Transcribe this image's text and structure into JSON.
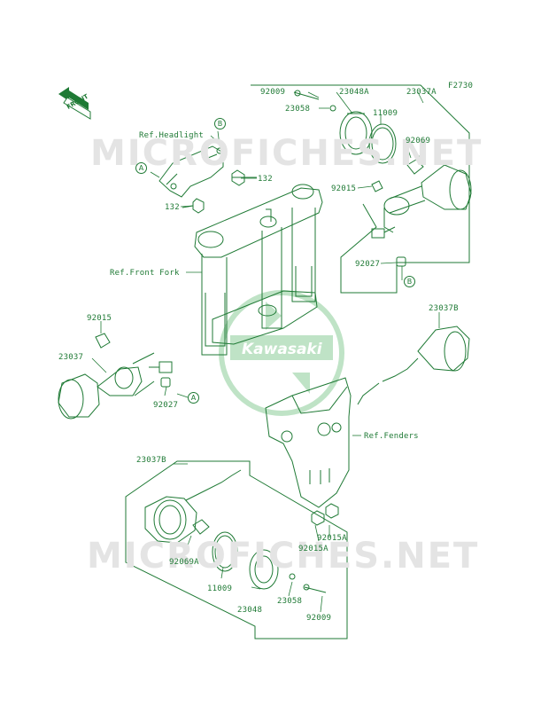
{
  "figure_code": "F2730",
  "direction_arrow": {
    "label": "FRONT",
    "icon": "front-arrow-icon"
  },
  "watermark": {
    "text": "MICROFICHES.NET",
    "logo_text": "Kawasaki"
  },
  "callouts": {
    "a": "A",
    "b": "B"
  },
  "labels": {
    "p92009_top": "92009",
    "p23048A": "23048A",
    "p23037A": "23037A",
    "p23058_top": "23058",
    "p11009_top": "11009",
    "p92069": "92069",
    "ref_headlight": "Ref.Headlight",
    "p132_right": "132",
    "p132_left": "132",
    "p92015_top": "92015",
    "p92027_top": "92027",
    "ref_front_fork": "Ref.Front Fork",
    "p92015_left": "92015",
    "p23037B_right": "23037B",
    "p23037": "23037",
    "p92027_left": "92027",
    "ref_fenders": "Ref.Fenders",
    "p23037B_bottom": "23037B",
    "p92015A_right": "92015A",
    "p92015A_left": "92015A",
    "p92069A": "92069A",
    "p11009_bottom": "11009",
    "p23058_bottom": "23058",
    "p23048": "23048",
    "p92009_bottom": "92009"
  },
  "colors": {
    "line": "#1f7a35",
    "watermark": "#e4e4e4",
    "logo": "#bfe3c6"
  }
}
